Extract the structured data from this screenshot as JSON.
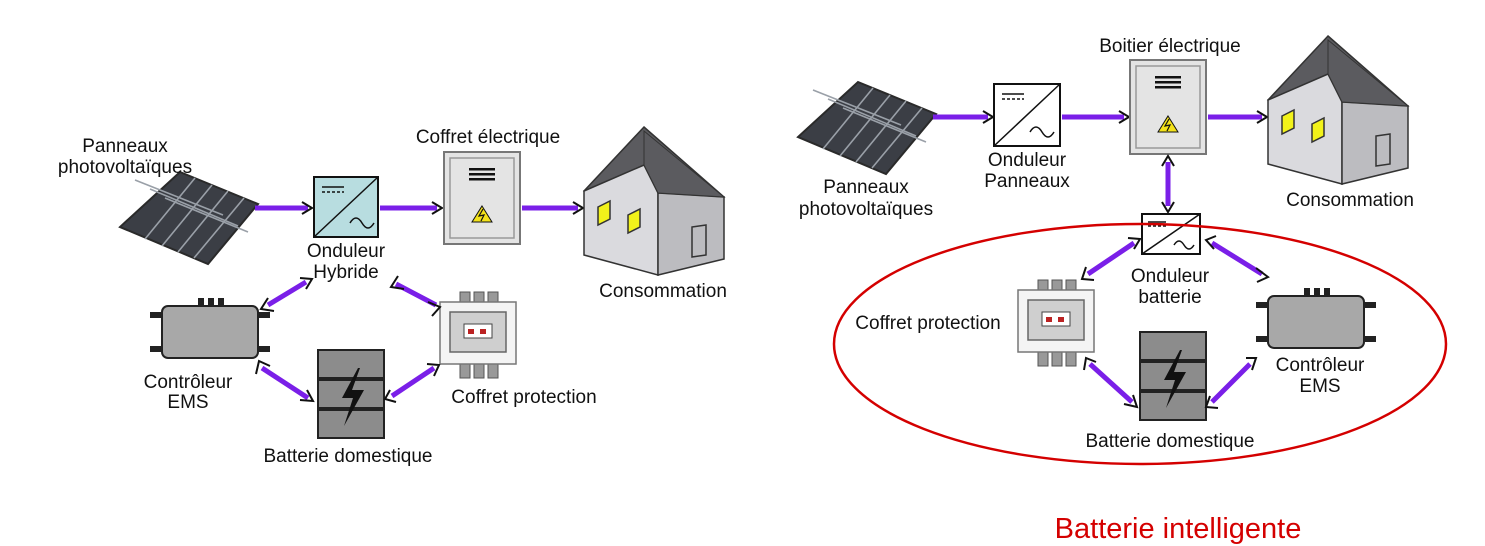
{
  "colors": {
    "arrow": "#7a1fe8",
    "ellipse": "#d40000",
    "panel": "#3a3d44",
    "box_light": "#e2e2e2",
    "inverter_fill": "#b8dde0",
    "house_roof": "#5b5b5f",
    "house_wall": "#d9d9dc",
    "window": "#f2f21a",
    "battery": "#8c8c8c",
    "ems": "#a8a8a8"
  },
  "left": {
    "panels_label": [
      "Panneaux",
      "photovoltaïques"
    ],
    "inverter_label": [
      "Onduleur",
      "Hybride"
    ],
    "coffret_electrique": "Coffret électrique",
    "consommation": "Consommation",
    "controleur_label": [
      "Contrôleur",
      "EMS"
    ],
    "coffret_protection": "Coffret protection",
    "batterie": "Batterie domestique"
  },
  "right": {
    "panels_label": [
      "Panneaux",
      "photovoltaïques"
    ],
    "onduleur_panneaux": [
      "Onduleur",
      "Panneaux"
    ],
    "boitier": "Boitier électrique",
    "consommation": "Consommation",
    "onduleur_batterie": [
      "Onduleur",
      "batterie"
    ],
    "coffret_protection": "Coffret protection",
    "controleur_label": [
      "Contrôleur",
      "EMS"
    ],
    "batterie": "Batterie domestique",
    "title": "Batterie intelligente"
  },
  "icons": [
    "solar-panel-icon",
    "inverter-icon",
    "electrical-cabinet-icon",
    "house-icon",
    "ems-controller-icon",
    "battery-icon",
    "protection-box-icon"
  ]
}
